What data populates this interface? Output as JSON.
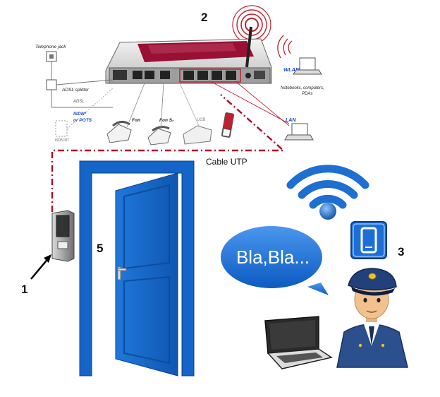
{
  "callouts": {
    "one": "1",
    "two": "2",
    "three": "3",
    "five": "5"
  },
  "router_labels": {
    "telephone_jack": "Telephone jack",
    "adsl_splitter": "ADSL splitter",
    "adsl": "ADSL",
    "isdn_pots_1": "ISDN*",
    "isdn_pots_2": "or POTS",
    "isdn_nt": "ISDN NT",
    "fon": "Fon",
    "fon_s0": "Fon S₀",
    "usb": "USB",
    "wlan": "WLAN",
    "notebooks_1": "Notebooks, computers,",
    "notebooks_2": "PDAs",
    "lan": "LAN"
  },
  "cable_label": "Cable UTP",
  "speech_bubble": "Bla,Bla...",
  "colors": {
    "door_blue": "#1565c8",
    "cable_red": "#b0102a",
    "router_accent": "#9a1034",
    "wifi_blue": "#1f6fd0",
    "bubble_blue": "#1a6fd6"
  },
  "icons": [
    "router-icon",
    "telephone-icon",
    "usb-stick-icon",
    "laptop-icon",
    "wifi-icon",
    "smartphone-icon",
    "intercom-icon",
    "guard-icon",
    "door-icon",
    "arrow-icon"
  ]
}
